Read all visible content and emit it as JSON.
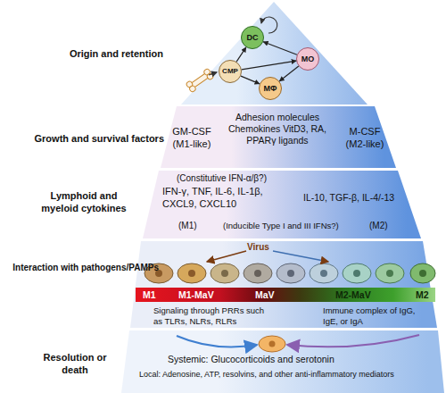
{
  "diagram": {
    "nodes": [
      {
        "text": [
          "Origin and retention"
        ]
      },
      {
        "text": [
          "DC"
        ],
        "in": 0
      },
      {
        "text": [
          "MO"
        ],
        "in": 0
      },
      {
        "text": [
          "CMP"
        ],
        "in": 0
      },
      {
        "text": [
          "MΦ"
        ],
        "in": 0
      },
      {
        "text": [
          "Growth and survival factors",
          "GM-CSF (M1-like)",
          "Adhesion molecules Chemokines VitD3, RA, PPARγ ligands",
          "M-CSF (M2-like)"
        ]
      },
      {
        "text": [
          "Lymphoid and myeloid cytokines",
          "(Constitutive IFN-α/β?)",
          "IFN-γ, TNF, IL-6, IL-1β, CXCL9, CXCL10",
          "(M1)",
          "IL-10, TGF-β, IL-4/-13",
          "(Inducible Type I and III IFNs?)",
          "(M2)"
        ]
      },
      {
        "text": [
          "Interaction with pathogens/PAMPs",
          "Signaling through PRRs such as TLRs, NLRs, RLRs",
          "Immune complex of IgG, IgE, or IgA"
        ]
      },
      {
        "text": [
          "Resolution or death",
          "Systemic: Glucocorticoids and serotonin",
          "Local: Adenosine, ATP, resolvins, and other anti-inflammatory mediators"
        ]
      }
    ],
    "edges": [
      {
        "from": 3,
        "to": 1,
        "arrow": "to"
      },
      {
        "from": 3,
        "to": 2,
        "arrow": "to"
      },
      {
        "from": 3,
        "to": 4,
        "arrow": "to"
      },
      {
        "from": 2,
        "to": 1,
        "arrow": "to"
      },
      {
        "from": 2,
        "to": 4,
        "arrow": "to"
      }
    ],
    "labels": [
      "Virus",
      "M1",
      "M1-MaV",
      "MaV",
      "M2-MaV",
      "M2"
    ]
  }
}
